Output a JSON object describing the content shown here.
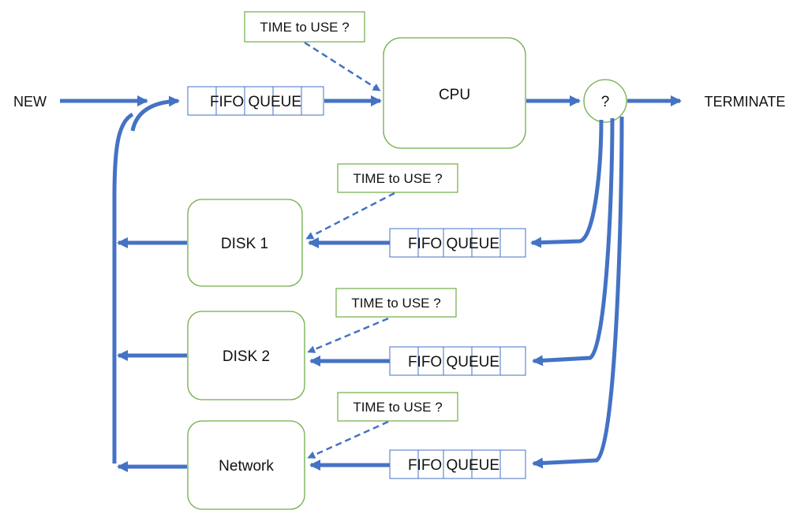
{
  "colors": {
    "arrow": "#4472C4",
    "box_border": "#70AD47",
    "queue_border": "#4472C4",
    "text": "#111111"
  },
  "labels": {
    "new": "NEW",
    "terminate": "TERMINATE",
    "decision": "?"
  },
  "nodes": {
    "cpu": "CPU",
    "disk1": "DISK 1",
    "disk2": "DISK 2",
    "network": "Network"
  },
  "queue_label": "FIFO QUEUE",
  "time_label": "TIME to USE ?"
}
